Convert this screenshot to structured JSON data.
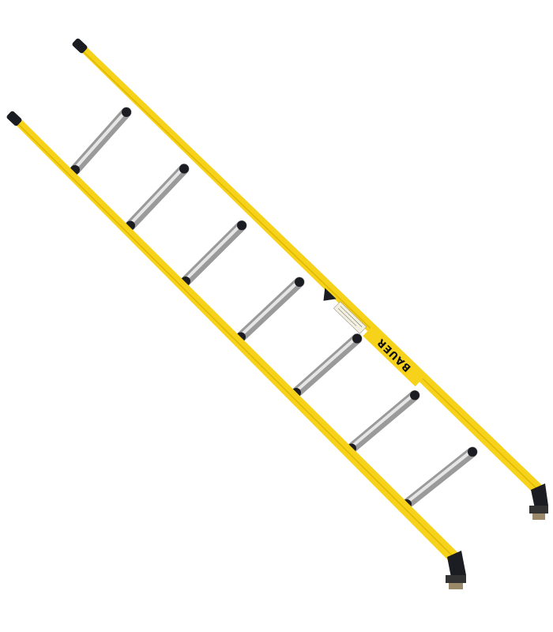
{
  "image": {
    "subject": "ladder-photo"
  },
  "ladder": {
    "brand": "BAUER",
    "rung_count": 7,
    "colors": {
      "rail": "#f6d21a",
      "rail_shade": "#c9a400",
      "rung": "#c8c8c8",
      "cap": "#1b1d22"
    }
  }
}
